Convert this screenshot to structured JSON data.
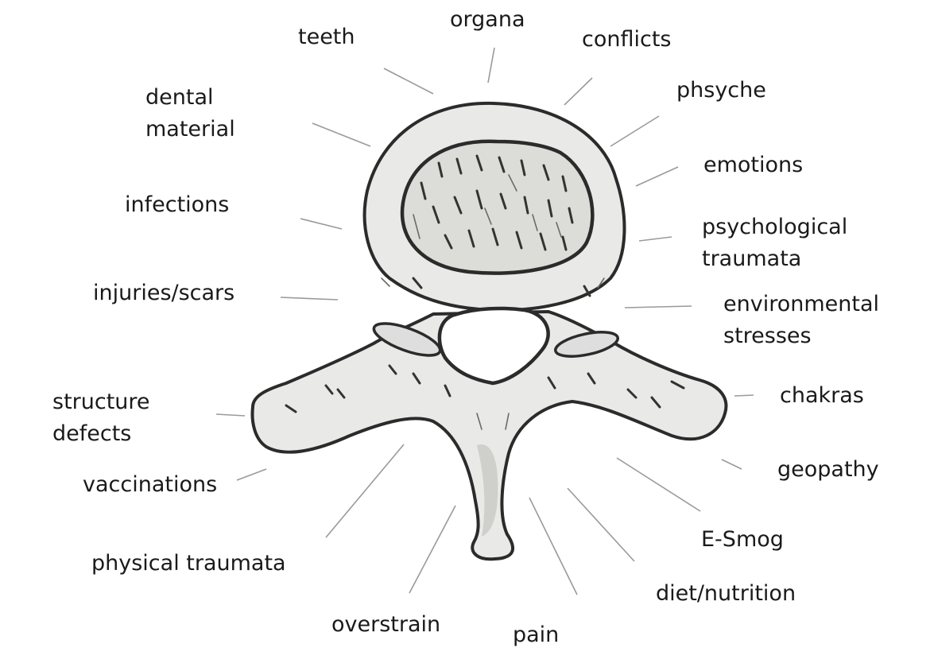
{
  "labels": {
    "teeth": "teeth",
    "organa": "organa",
    "conflicts": "conflicts",
    "dental_material": [
      "dental",
      "material"
    ],
    "phsyche": "phsyche",
    "emotions": "emotions",
    "infections": "infections",
    "psychological_traumata": [
      "psychological",
      "traumata"
    ],
    "injuries_scars": "injuries/scars",
    "environmental_stresses": [
      "environmental",
      "stresses"
    ],
    "structure_defects": [
      "structure",
      "defects"
    ],
    "chakras": "chakras",
    "vaccinations": "vaccinations",
    "geopathy": "geopathy",
    "physical_traumata": "physical traumata",
    "e_smog": "E-Smog",
    "overstrain": "overstrain",
    "pain": "pain",
    "diet_nutrition": "diet/nutrition"
  }
}
